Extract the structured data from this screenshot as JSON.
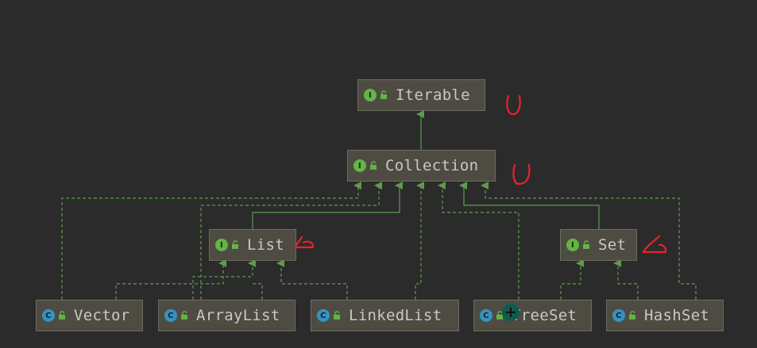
{
  "colors": {
    "background": "#2b2b2b",
    "node_fill": "#4e4b43",
    "node_border": "#6f6b60",
    "edge": "#5c9c4c",
    "interface_badge": "#62b543",
    "class_badge": "#3592c4",
    "annotation": "#e8222b"
  },
  "nodes": {
    "iterable": {
      "label": "Iterable",
      "kind": "I",
      "kind_type": "interface"
    },
    "collection": {
      "label": "Collection",
      "kind": "I",
      "kind_type": "interface"
    },
    "list": {
      "label": "List",
      "kind": "I",
      "kind_type": "interface"
    },
    "set": {
      "label": "Set",
      "kind": "I",
      "kind_type": "interface"
    },
    "vector": {
      "label": "Vector",
      "kind": "C",
      "kind_type": "class"
    },
    "arraylist": {
      "label": "ArrayList",
      "kind": "C",
      "kind_type": "class"
    },
    "linkedlist": {
      "label": "LinkedList",
      "kind": "C",
      "kind_type": "class"
    },
    "treeset": {
      "label": "TreeSet",
      "kind": "C",
      "kind_type": "class"
    },
    "hashset": {
      "label": "HashSet",
      "kind": "C",
      "kind_type": "class"
    }
  },
  "relations": [
    {
      "from": "collection",
      "to": "iterable",
      "type": "extends"
    },
    {
      "from": "list",
      "to": "collection",
      "type": "extends"
    },
    {
      "from": "set",
      "to": "collection",
      "type": "extends"
    },
    {
      "from": "vector",
      "to": "collection",
      "type": "implements"
    },
    {
      "from": "arraylist",
      "to": "collection",
      "type": "implements"
    },
    {
      "from": "linkedlist",
      "to": "collection",
      "type": "implements"
    },
    {
      "from": "treeset",
      "to": "collection",
      "type": "implements"
    },
    {
      "from": "hashset",
      "to": "collection",
      "type": "implements"
    },
    {
      "from": "vector",
      "to": "list",
      "type": "implements"
    },
    {
      "from": "arraylist",
      "to": "list",
      "type": "implements"
    },
    {
      "from": "linkedlist",
      "to": "list",
      "type": "implements"
    },
    {
      "from": "treeset",
      "to": "set",
      "type": "implements"
    },
    {
      "from": "hashset",
      "to": "set",
      "type": "implements"
    }
  ],
  "annotations": [
    "handwritten-u-mark",
    "handwritten-u-mark",
    "handwritten-triangle-mark",
    "handwritten-triangle-mark"
  ]
}
